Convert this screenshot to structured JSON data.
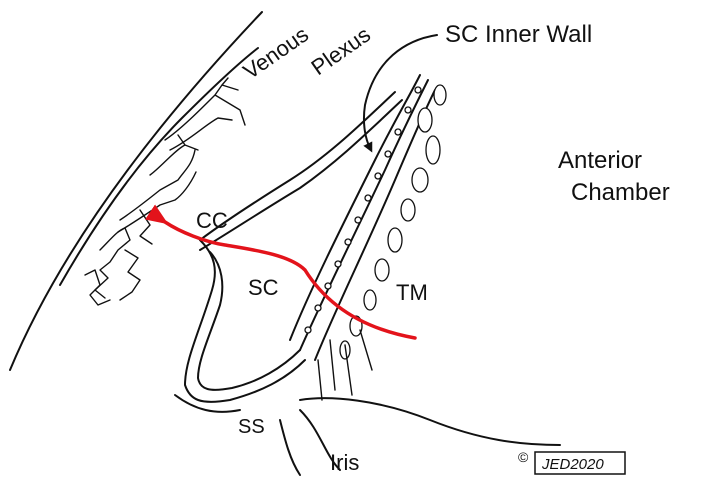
{
  "labels": {
    "venous": "Venous",
    "plexus": "Plexus",
    "sc_inner_wall": "SC Inner Wall",
    "anterior": "Anterior",
    "chamber": "Chamber",
    "cc": "CC",
    "sc": "SC",
    "tm": "TM",
    "ss": "SS",
    "iris": "Iris",
    "copyright_symbol": "©",
    "signature": "JED2020"
  },
  "colors": {
    "ink": "#111111",
    "flow_arrow": "#e3131b",
    "background": "#ffffff"
  }
}
